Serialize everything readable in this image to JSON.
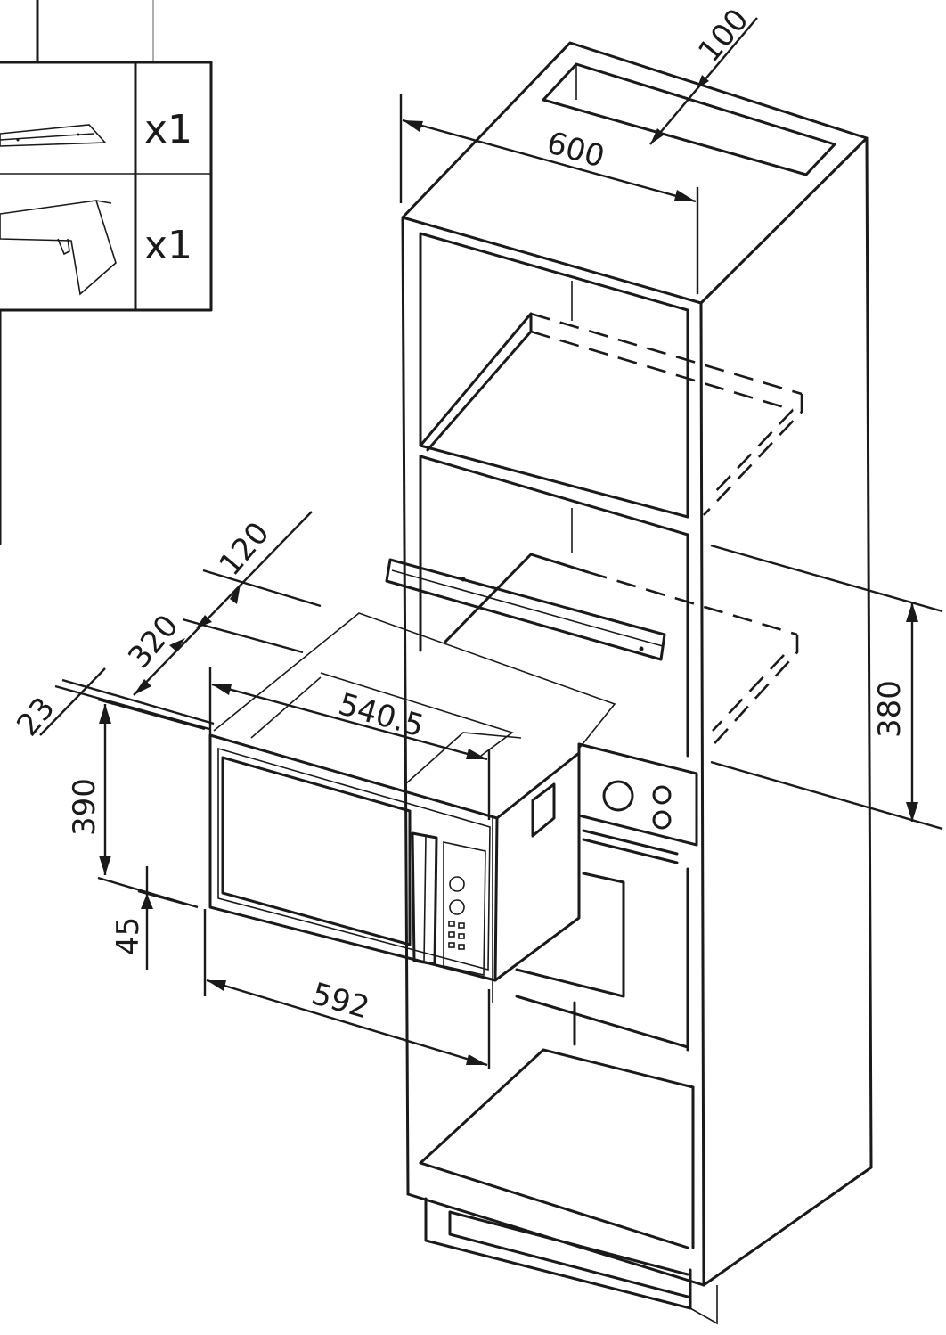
{
  "parts": [
    {
      "quantity": "x1"
    },
    {
      "quantity": "x1"
    }
  ],
  "dimensions": {
    "d100": "100",
    "d600": "600",
    "d380": "380",
    "d120": "120",
    "d320": "320",
    "d23": "23",
    "d540": "540.5",
    "d390": "390",
    "d45": "45",
    "d592": "592"
  }
}
